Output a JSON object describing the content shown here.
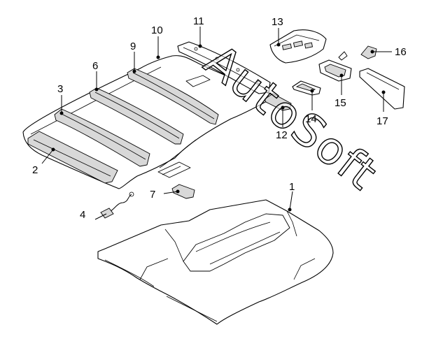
{
  "watermark": "AutoSoft",
  "callouts": [
    "1",
    "2",
    "3",
    "4",
    "6",
    "7",
    "9",
    "10",
    "11",
    "12",
    "13",
    "14",
    "15",
    "16",
    "17"
  ]
}
